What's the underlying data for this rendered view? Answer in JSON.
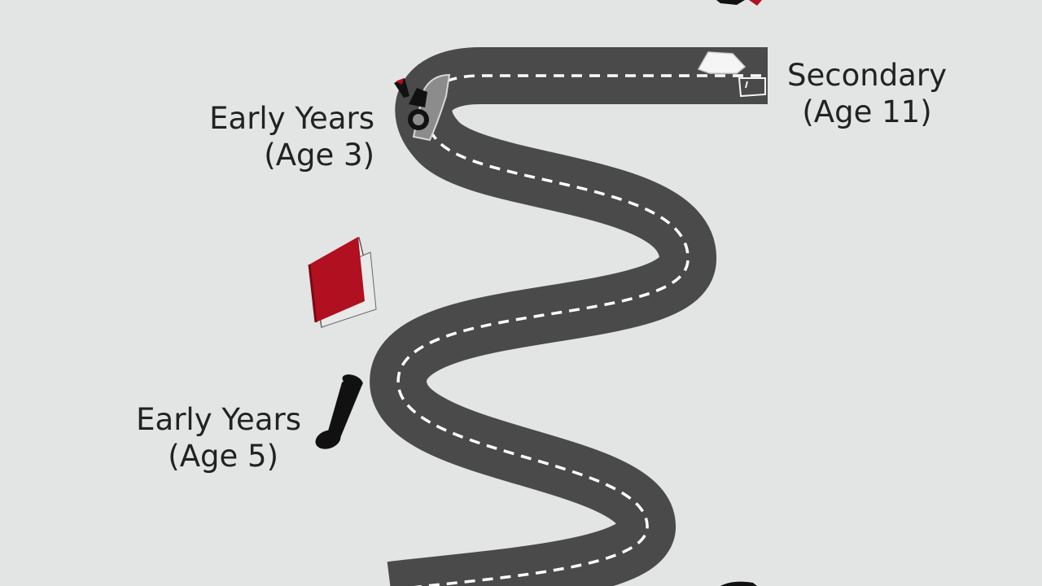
{
  "milestones": [
    {
      "id": "early-years-3",
      "line1": "Early Years",
      "line2": "(Age 3)"
    },
    {
      "id": "early-years-5",
      "line1": "Early Years",
      "line2": "(Age 5)"
    },
    {
      "id": "secondary",
      "line1": "Secondary",
      "line2": "(Age 11)"
    }
  ],
  "icons": [
    "car-icon",
    "book-icon",
    "diploma-scroll-icon",
    "mortarboard-icon",
    "graduation-cap-icon"
  ],
  "colors": {
    "background": "#e3e4e4",
    "road": "#4a4a4a",
    "lane_marking": "#ffffff",
    "accent_red": "#b01020",
    "text": "#222222"
  }
}
